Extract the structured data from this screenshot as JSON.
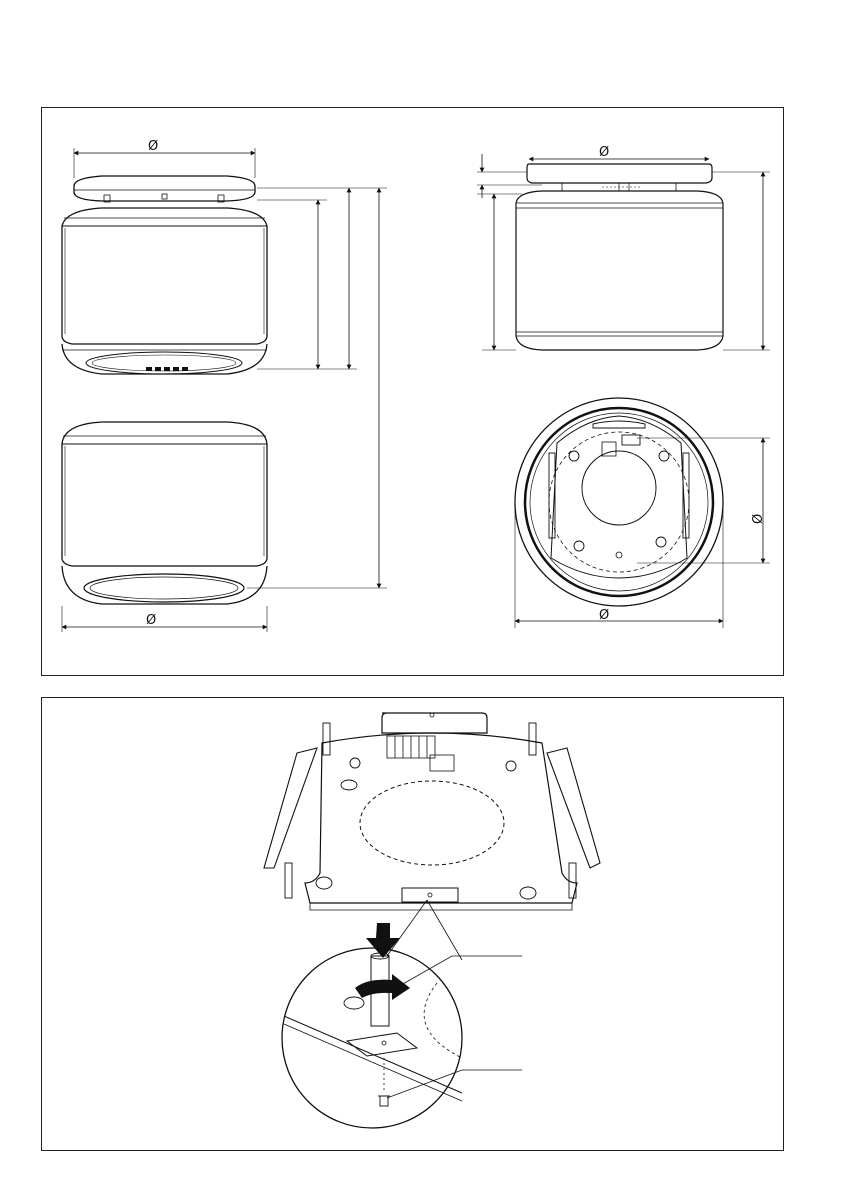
{
  "labels": {
    "diameter_symbol": "Ø"
  },
  "figures": {
    "top": {
      "name": "dimension-drawings"
    },
    "bottom": {
      "name": "mounting-plate-installation"
    }
  }
}
